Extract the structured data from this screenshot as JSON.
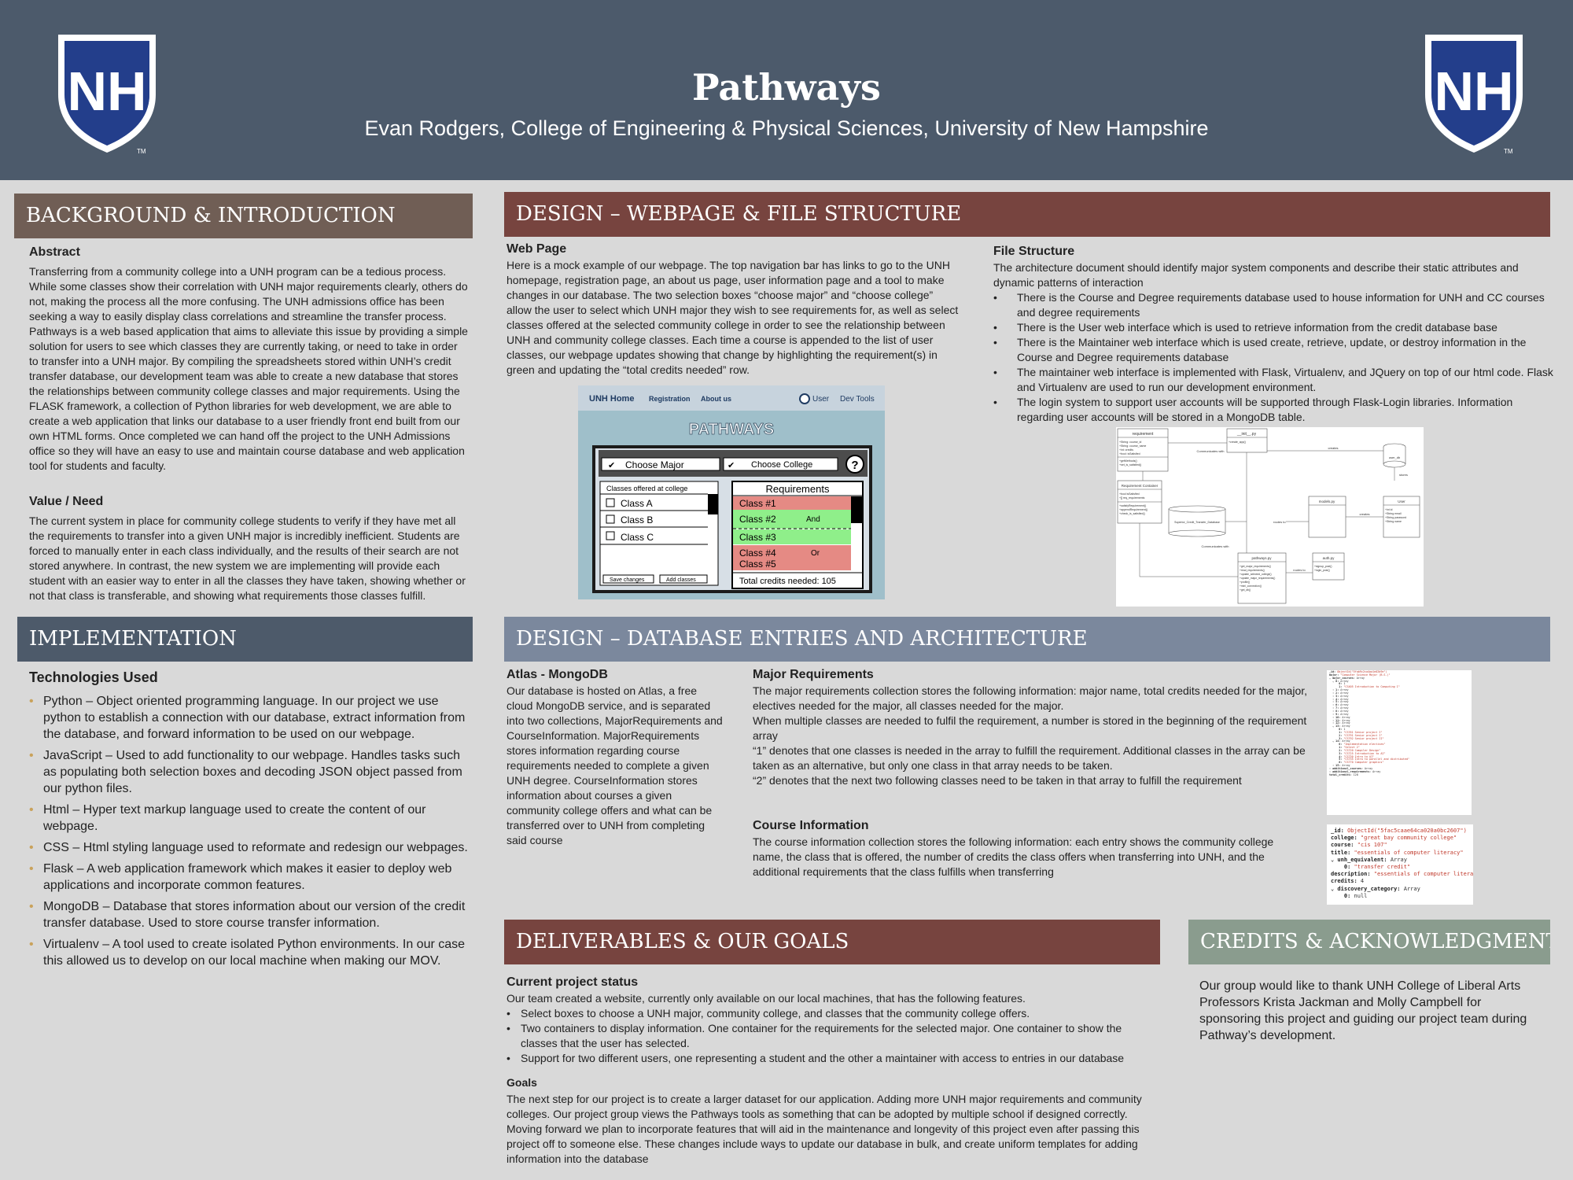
{
  "header": {
    "title": "Pathways",
    "subtitle": "Evan Rodgers, College of Engineering & Physical Sciences, University of New Hampshire",
    "logo_text": "NH",
    "logo_tm": "TM"
  },
  "colors": {
    "header_bg": "#4c5a6b",
    "brown": "#705e55",
    "rust": "#77443f",
    "slate": "#4d5a6a",
    "steel": "#7b889d",
    "sage": "#8a9c8e",
    "unh_blue": "#233e8b"
  },
  "background": {
    "heading": "BACKGROUND & INTRODUCTION",
    "abstract_title": "Abstract",
    "abstract_text": "Transferring from a community college into a UNH program can be a tedious process. While some classes show their correlation with UNH major requirements clearly, others do not, making the process all the more confusing. The UNH admissions office has been seeking a way to easily display class correlations and streamline the transfer process. Pathways is a web based application that aims to alleviate this issue by providing a simple solution for users to see which classes they are currently taking, or need to take in order to transfer into a UNH major. By compiling the spreadsheets stored within UNH’s credit transfer database, our development team was able to create a new database that stores the relationships between community college classes and major requirements. Using the FLASK framework, a collection of Python libraries for web development, we are able to create a web application that links our database to a user friendly front end built from our own HTML forms. Once completed we can hand off the project to the UNH Admissions office so they will have an easy to use and maintain course database and web application tool for students and faculty.",
    "value_title": "Value / Need",
    "value_text": "The current system in place for community college students to verify if they have met all the requirements to transfer into a given UNH major is incredibly inefficient. Students are forced to manually enter in each class individually, and the results of their search are not stored anywhere. In contrast, the new system we are implementing will provide each student with an easier way to enter in all the classes they have taken, showing whether or not that class is transferable, and showing what requirements those classes fulfill."
  },
  "implementation": {
    "heading": "IMPLEMENTATION",
    "tech_title": "Technologies Used",
    "items": [
      "Python – Object oriented programming language. In our project we use python to establish a connection with our database, extract information from the database, and forward information to be used on our webpage.",
      "JavaScript – Used to add functionality to our webpage. Handles tasks such as populating both selection boxes and decoding JSON object passed from our python files.",
      "Html – Hyper text markup language used to create the content of our webpage.",
      "CSS – Html styling language used to reformate and redesign our webpages.",
      "Flask – A web application framework which makes it easier to deploy web applications and incorporate common features.",
      "MongoDB – Database that stores information about our version of the credit transfer database. Used to store course transfer information.",
      "Virtualenv – A tool used to create isolated Python environments. In our case this allowed us to develop on our local machine when making our MOV."
    ]
  },
  "design_web": {
    "heading": "DESIGN – WEBPAGE & FILE STRUCTURE",
    "webpage_title": "Web Page",
    "webpage_text": "Here is a mock example of our webpage. The top navigation bar has links to go to the UNH homepage, registration page, an about us page, user information page and a tool to make changes in our database. The two selection boxes “choose major” and “choose college” allow the user to select which UNH major they wish to see requirements for, as well as select classes offered at the selected community college in order to see the relationship between UNH and community college classes. Each time a course is appended to the list of user classes, our webpage updates showing that change by highlighting the requirement(s) in green and updating the “total credits needed” row.",
    "file_title": "File Structure",
    "file_intro": "The architecture document should identify major system components and describe their static attributes and dynamic patterns of interaction",
    "file_bullets": [
      "There is the Course and Degree requirements database used to house information for UNH and CC courses and degree requirements",
      "There is the User web interface which is used to retrieve information from the credit database base",
      "There is the Maintainer web interface which is used create, retrieve, update, or destroy information in the Course and Degree requirements  database",
      "The maintainer web interface is implemented with Flask, Virtualenv, and JQuery on top of our html code. Flask and Virtualenv are used to run our development environment.",
      "The login system to support user accounts will be supported through Flask-Login libraries. Information regarding user accounts will be stored in a MongoDB table."
    ]
  },
  "mockup": {
    "nav": [
      "UNH Home",
      "Registration",
      "About us",
      "User",
      "Dev Tools"
    ],
    "banner": "PATHWAYS",
    "choose_major": "Choose Major",
    "choose_college": "Choose College",
    "help": "?",
    "classes_header": "Classes offered at college",
    "classes": [
      "Class A",
      "Class B",
      "Class C"
    ],
    "req_header": "Requirements",
    "req_rows": [
      "Class #1",
      "Class #2",
      "Class #3",
      "Class #4",
      "Class #5"
    ],
    "and_label": "And",
    "or_label": "Or",
    "total": "Total credits needed: 105",
    "save": "Save changes",
    "add": "Add classes"
  },
  "uml": {
    "classes": [
      "requirement",
      "__init__.py",
      "Requirement Container",
      "models.py",
      "User",
      "pathways.py",
      "auth.py"
    ],
    "db": [
      "Superior_Credit_Transfer_Database",
      "user_db"
    ],
    "edges": [
      "Communicates with",
      "creates",
      "stores",
      "creates",
      "routes to",
      "Communicates with",
      "routes to"
    ],
    "requirement_attrs": "+String: course_id\n+String: course_name\n+int: credits\n+bool: isSatisfied\n+getMethods()\n+set_is_satisfied()",
    "init_attrs": "+create_app()",
    "container_attrs": "+bool isSatisfied\n+[] req_requirements\n+satisfyRequirement()\n+appendRequirement()\n+check_is_satisfied()",
    "user_attrs": "+int id\n+String email\n+String password\n+String name",
    "pathways_attrs": "+get_major_requirements()\n+read_requirements()\n+update_selected_college()\n+update_major_requirements()\n+profile()\n+mini_connection()\n+get_db()",
    "auth_attrs": "+signup_post()\n+login_post()"
  },
  "design_db": {
    "heading": "DESIGN – DATABASE ENTRIES AND ARCHITECTURE",
    "atlas_title": "Atlas - MongoDB",
    "atlas_text": "Our database is hosted on Atlas, a free cloud MongoDB service, and is separated into two collections, MajorRequirements and CourseInformation. MajorRequirements stores information regarding course requirements needed to complete a given UNH degree. CourseInformation stores information about courses a given community college offers and what can be transferred over to UNH from completing said course",
    "major_title": "Major Requirements",
    "major_text_1": "The major requirements collection stores the following information: major name, total credits needed for the major, electives needed for the major, all classes needed for the major.",
    "major_text_2": "When multiple classes are needed to fulfil the requirement, a number is stored in the beginning of the requirement array",
    "major_text_3": "“1” denotes that one classes is needed in the array to fulfill the requirement. Additional classes in the array can be taken as an alternative, but only one class in that array needs to be taken.",
    "major_text_4": "“2” denotes that the next two  following classes need to be taken in that array to fulfill the requirement",
    "course_title": "Course Information",
    "course_text": "The course information collection stores the following information: each entry shows the community college name, the class that is offered, the number of credits the class offers when transferring into UNH, and the additional requirements that the class fulfills when transferring",
    "course_json": [
      "_id: ObjectId(\"5fac5caae64ca020a0bc2607\")",
      "college: \"great bay community college\"",
      "course: \"cis 107\"",
      "title: \"essentials of computer literacy\"",
      "⌄ unh_equivalent: Array",
      "    0: \"transfer credit\"",
      "description: \"essentials of computer literacy\"",
      "credits: 4",
      "⌄ discovery_category: Array",
      "    0: null"
    ],
    "major_json": [
      "_id: ObjectId(\"5fab9c2ca4aa1e02b9e\")",
      "major: \"Computer Science Major (B.S.)\"",
      "⌄ major_courses: Array",
      "  ⌄ 0: Array",
      "      0: 1",
      "      1: \"CS405 Introduction to Computing I\"",
      "  › 1: Array",
      "  › 2: Array",
      "  › 3: Array",
      "  › 4: Array",
      "  › 5: Array",
      "  › 6: Array",
      "  › 7: Array",
      "  › 8: Array",
      "  › 9: Array",
      "  › 10: Array",
      "  › 11: Array",
      "  › 12: Array",
      "  ⌄ 13: Array",
      "      0: 1",
      "      1: \"CS761 Senior project I\"",
      "      2: \"CS791 Senior project I\"",
      "      3: \"CS792 Senior project II\"",
      "  ⌄ 14: Array",
      "      0: \"Implementation electives\"",
      "      1: \"Select 2\"",
      "      2: \"CS720 Compiler Design\"",
      "      3: \"CS725 Introduction to AI\"",
      "      4: \"CS730 Intro to AI\"",
      "      5: \"CS735 Intro to parallel and distributed\"",
      "      6: \"CS770 Computer graphics\"",
      "  › 15: Array",
      "› additional_courses: Array",
      "› additional_requirements: Array",
      "total_credits: 128"
    ]
  },
  "deliverables": {
    "heading": "DELIVERABLES & OUR GOALS",
    "status_title": "Current project status",
    "status_intro": "Our team created a website, currently only available on our local machines, that has the following features.",
    "status_bullets": [
      "Select boxes to choose a UNH major, community college, and classes that the community college offers.",
      "Two containers to display information. One container for the requirements for the selected major. One container to show the classes that the user has selected.",
      "Support for two different users, one representing a student and the other a maintainer with access to entries in our database"
    ],
    "goals_title": "Goals",
    "goals_text": "The next step for our project is to create a larger dataset for our application. Adding more UNH major requirements and community colleges. Our project group views the Pathways tools as something that can be adopted by multiple school if designed correctly. Moving forward we plan to incorporate features that will aid in the maintenance and longevity of this project even after passing this project off to someone else. These changes include ways to update our database in bulk, and create uniform templates for adding information into the database"
  },
  "credits": {
    "heading": "CREDITS & ACKNOWLEDGMENTS",
    "text": "Our group would like to thank UNH College of Liberal Arts Professors Krista Jackman and Molly Campbell for sponsoring this project and guiding our project team during Pathway’s development."
  }
}
